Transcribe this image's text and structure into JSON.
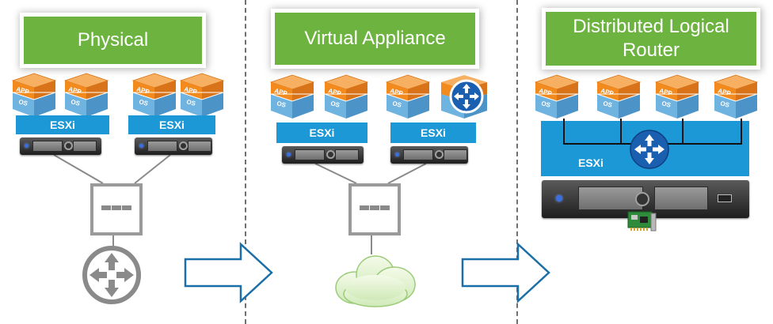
{
  "panels": {
    "physical": {
      "title": "Physical",
      "esxi_labels": [
        "ESXi",
        "ESXi"
      ]
    },
    "virtual_appliance": {
      "title": "Virtual Appliance",
      "esxi_labels": [
        "ESXi",
        "ESXi"
      ]
    },
    "distributed_logical_router": {
      "title_line1": "Distributed Logical",
      "title_line2": "Router",
      "esxi_label": "ESXi"
    }
  },
  "vm_label": {
    "app": "APP",
    "os": "OS"
  },
  "colors": {
    "green": "#6db33f",
    "blue": "#1d98d6",
    "orange": "#f28a1e",
    "vm_blue": "#6fb3e0",
    "gray": "#9a9a9a",
    "router_blue": "#1a5fb0"
  },
  "icons": [
    "app-os-vm-icon",
    "server-icon",
    "switch-icon",
    "router-icon",
    "cloud-icon",
    "arrow-icon",
    "nic-card-icon"
  ]
}
